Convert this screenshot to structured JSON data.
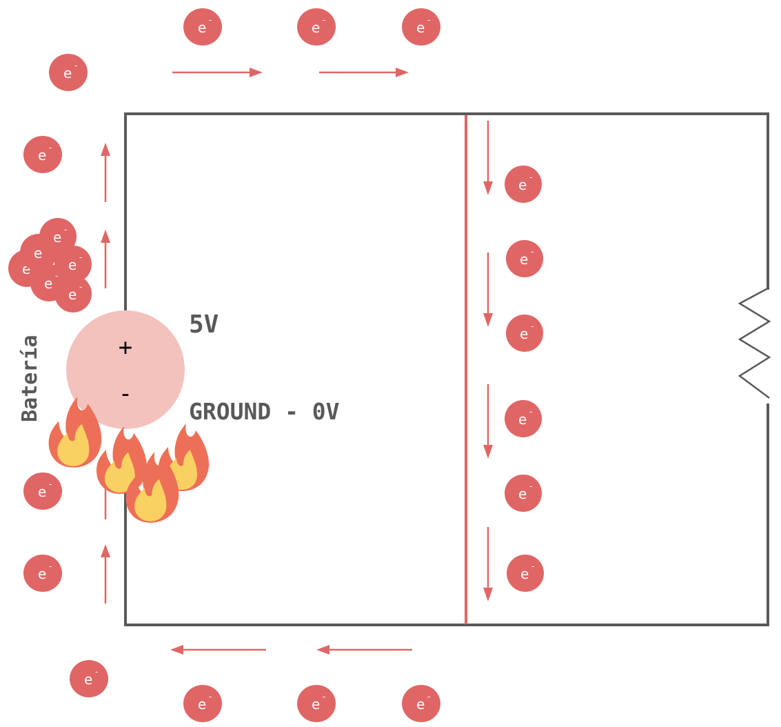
{
  "diagram": {
    "battery_label": "Batería",
    "positive_symbol": "+",
    "negative_symbol": "-",
    "voltage_label": "5V",
    "ground_label": "GROUND - 0V",
    "electron_symbol": "e",
    "electron_charge": "-",
    "colors": {
      "electron": "#e06666",
      "wire": "#595959",
      "battery": "#f4c2bd",
      "short_circuit_wire": "#e06666",
      "flame_outer": "#ee6f57",
      "flame_inner": "#f9d162",
      "text": "#595959"
    },
    "components": {
      "battery": "battery-circle",
      "resistor": "zigzag-resistor",
      "short_circuit": "red-vertical-wire",
      "fire": "flame-icons"
    }
  }
}
